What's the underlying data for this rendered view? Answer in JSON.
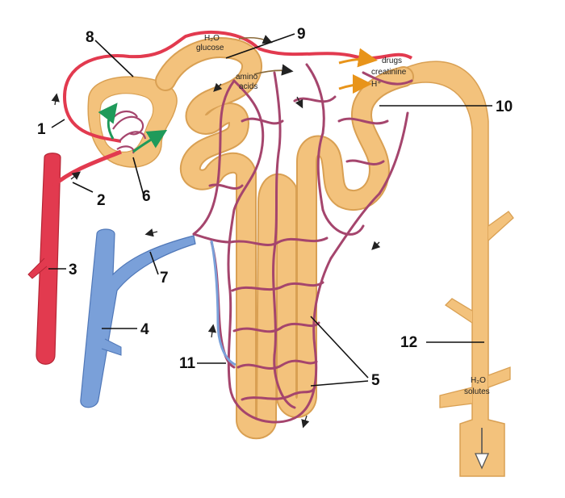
{
  "labels": {
    "n1": "1",
    "n2": "2",
    "n3": "3",
    "n4": "4",
    "n5": "5",
    "n6": "6",
    "n7": "7",
    "n8": "8",
    "n9": "9",
    "n10": "10",
    "n11": "11",
    "n12": "12"
  },
  "annotations": {
    "h2o_glucose_line1": "H₂O",
    "h2o_glucose_line2": "glucose",
    "amino_line1": "amino",
    "amino_line2": "acids",
    "drugs": "drugs",
    "creatinine": "creatinine",
    "hplus": "H⁺",
    "collecting_line1": "H₂O",
    "collecting_line2": "solutes"
  },
  "colors": {
    "artery": "#e23a4f",
    "vein": "#7aa0d9",
    "capillary": "#a5456d",
    "tubule": "#f3c27c",
    "tubule_edge": "#d9a053",
    "arrow_green": "#1f9a5a",
    "arrow_orange": "#e8941a"
  }
}
